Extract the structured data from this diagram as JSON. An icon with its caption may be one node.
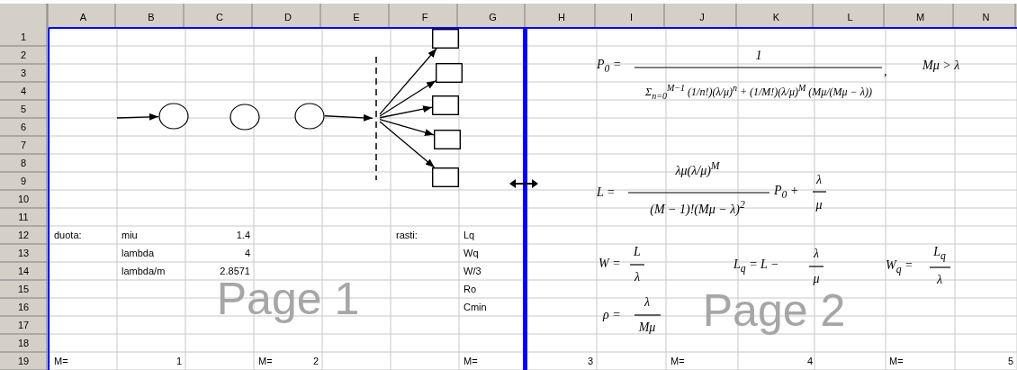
{
  "diagram": {
    "nodes": [
      {
        "text": [],
        "shape": "circle"
      },
      {
        "text": [],
        "shape": "circle"
      },
      {
        "text": [],
        "shape": "circle"
      },
      {
        "text": [],
        "shape": "bar"
      },
      {
        "text": [],
        "shape": "box"
      },
      {
        "text": [],
        "shape": "box"
      },
      {
        "text": [],
        "shape": "box"
      },
      {
        "text": [],
        "shape": "box"
      },
      {
        "text": [],
        "shape": "box"
      }
    ],
    "edges": [
      {
        "from": null,
        "to": 0,
        "arrow": "to"
      },
      {
        "from": 2,
        "to": 3,
        "arrow": "to"
      },
      {
        "from": 3,
        "to": 4,
        "arrow": "to"
      },
      {
        "from": 3,
        "to": 5,
        "arrow": "to"
      },
      {
        "from": 3,
        "to": 6,
        "arrow": "to"
      },
      {
        "from": 3,
        "to": 7,
        "arrow": "to"
      },
      {
        "from": 3,
        "to": 8,
        "arrow": "to"
      }
    ],
    "labels": [
      "A",
      "B",
      "C",
      "D",
      "E",
      "F",
      "G",
      "H",
      "I",
      "J",
      "K",
      "L",
      "M",
      "N",
      "1",
      "2",
      "3",
      "4",
      "5",
      "6",
      "7",
      "8",
      "9",
      "10",
      "11",
      "12",
      "13",
      "14",
      "15",
      "16",
      "17",
      "18",
      "19",
      "P$_{0}$ =",
      "1",
      "Σ$_{n=0}$$^{M−1}$ (1/n!)(λ/μ)$^{n}$ + (1/M!)(λ/μ)$^{M}$ (Mμ/(Mμ − λ))",
      ",",
      "Mμ > λ",
      "L =",
      "λμ(λ/μ)$^{M}$",
      "(M − 1)!(Mμ − λ)$^{2}$",
      "P$_{0}$ +",
      "λ",
      "μ",
      "duota:",
      "miu",
      "1.4",
      "rasti:",
      "Lq",
      "lambda",
      "4",
      "Wq",
      "W =",
      "L",
      "λ",
      "L$_{q}$ = L −",
      "λ",
      "μ",
      "W$_{q}$ =",
      "L$_{q}$",
      "λ",
      "lambda/m",
      "2.8571",
      "W/3",
      "Page 1",
      "Page 2",
      "Ro",
      "ρ =",
      "λ",
      "Mμ",
      "Cmin",
      "M=",
      "1",
      "M=",
      "2",
      "M=",
      "3",
      "M=",
      "4",
      "M=",
      "5"
    ]
  }
}
